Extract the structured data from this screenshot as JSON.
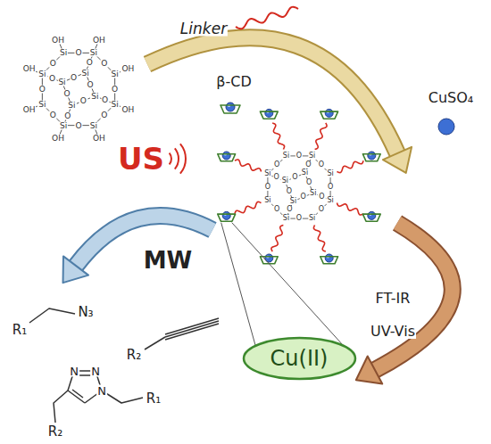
{
  "diagram": {
    "nodes": [
      {
        "text": [
          "Cu(II)"
        ]
      }
    ],
    "edges": [],
    "labels": [
      "Linker",
      "US",
      "β-CD",
      "CuSO₄",
      "MW",
      "R₁",
      "N₃",
      "R₂",
      "N",
      "N",
      "N",
      "R₂",
      "R₁",
      "FT-IR",
      "UV-Vis",
      "Si",
      "Si",
      "Si",
      "Si",
      "Si",
      "Si",
      "Si",
      "Si",
      "Si",
      "Si",
      "Si",
      "Si",
      "O",
      "O",
      "O",
      "O",
      "O",
      "O",
      "O",
      "O",
      "O",
      "O",
      "O",
      "O",
      "O",
      "O",
      "O",
      "O",
      "OH",
      "OH",
      "OH",
      "OH",
      "OH",
      "OH",
      "OH",
      "OH",
      "Si",
      "Si",
      "Si",
      "Si",
      "Si",
      "Si",
      "Si",
      "Si",
      "Si",
      "Si",
      "Si",
      "Si",
      "O",
      "O",
      "O",
      "O",
      "O",
      "O",
      "O",
      "O",
      "O",
      "O",
      "O",
      "O",
      "O",
      "O",
      "O",
      "O"
    ]
  }
}
